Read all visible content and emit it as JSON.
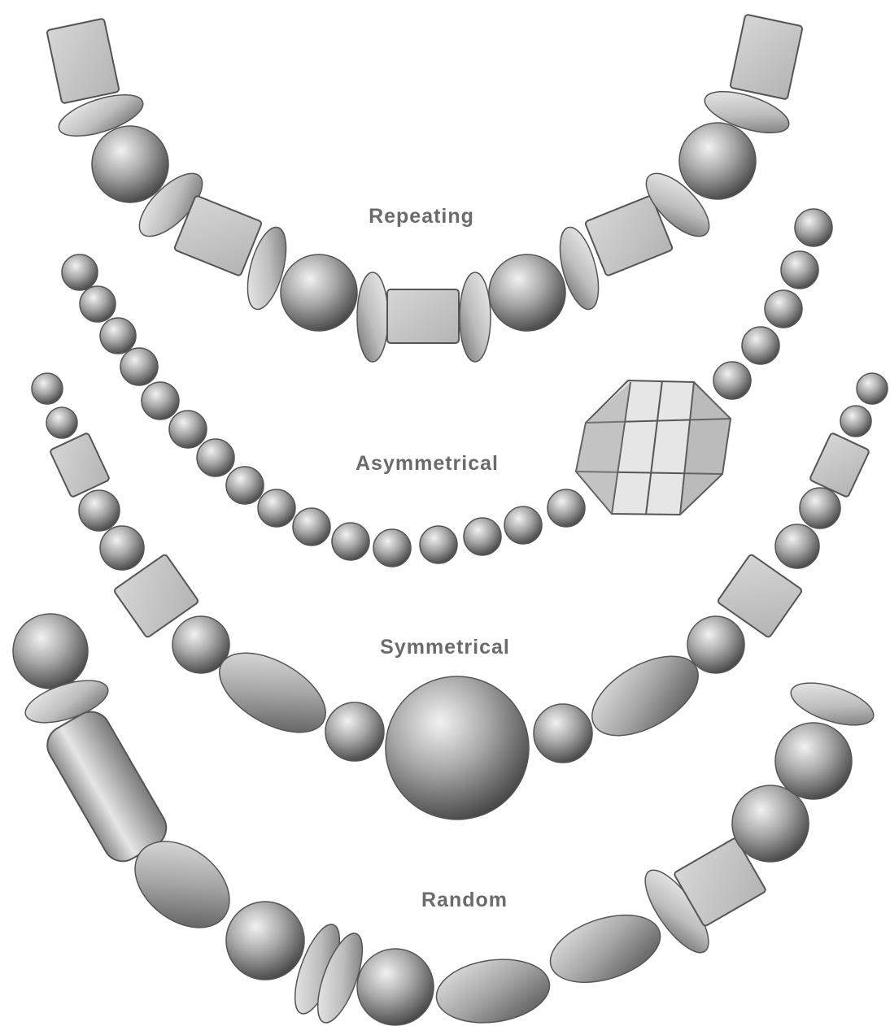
{
  "colors": {
    "ink": "#555555",
    "paper": "#ffffff",
    "label": "#6b6b6b"
  },
  "necklaces": [
    {
      "label": "Repeating",
      "pattern": "block, disc, ball, disc, block, disc, ball, disc, block (mirrored)"
    },
    {
      "label": "Asymmetrical",
      "pattern": "graduated small balls with one large faceted bead off-center"
    },
    {
      "label": "Symmetrical",
      "pattern": "large center ball flanked by matching balls, ovals and blocks"
    },
    {
      "label": "Random",
      "pattern": "mixed balls, cylinder, ovals, discs and a block in no order"
    }
  ]
}
